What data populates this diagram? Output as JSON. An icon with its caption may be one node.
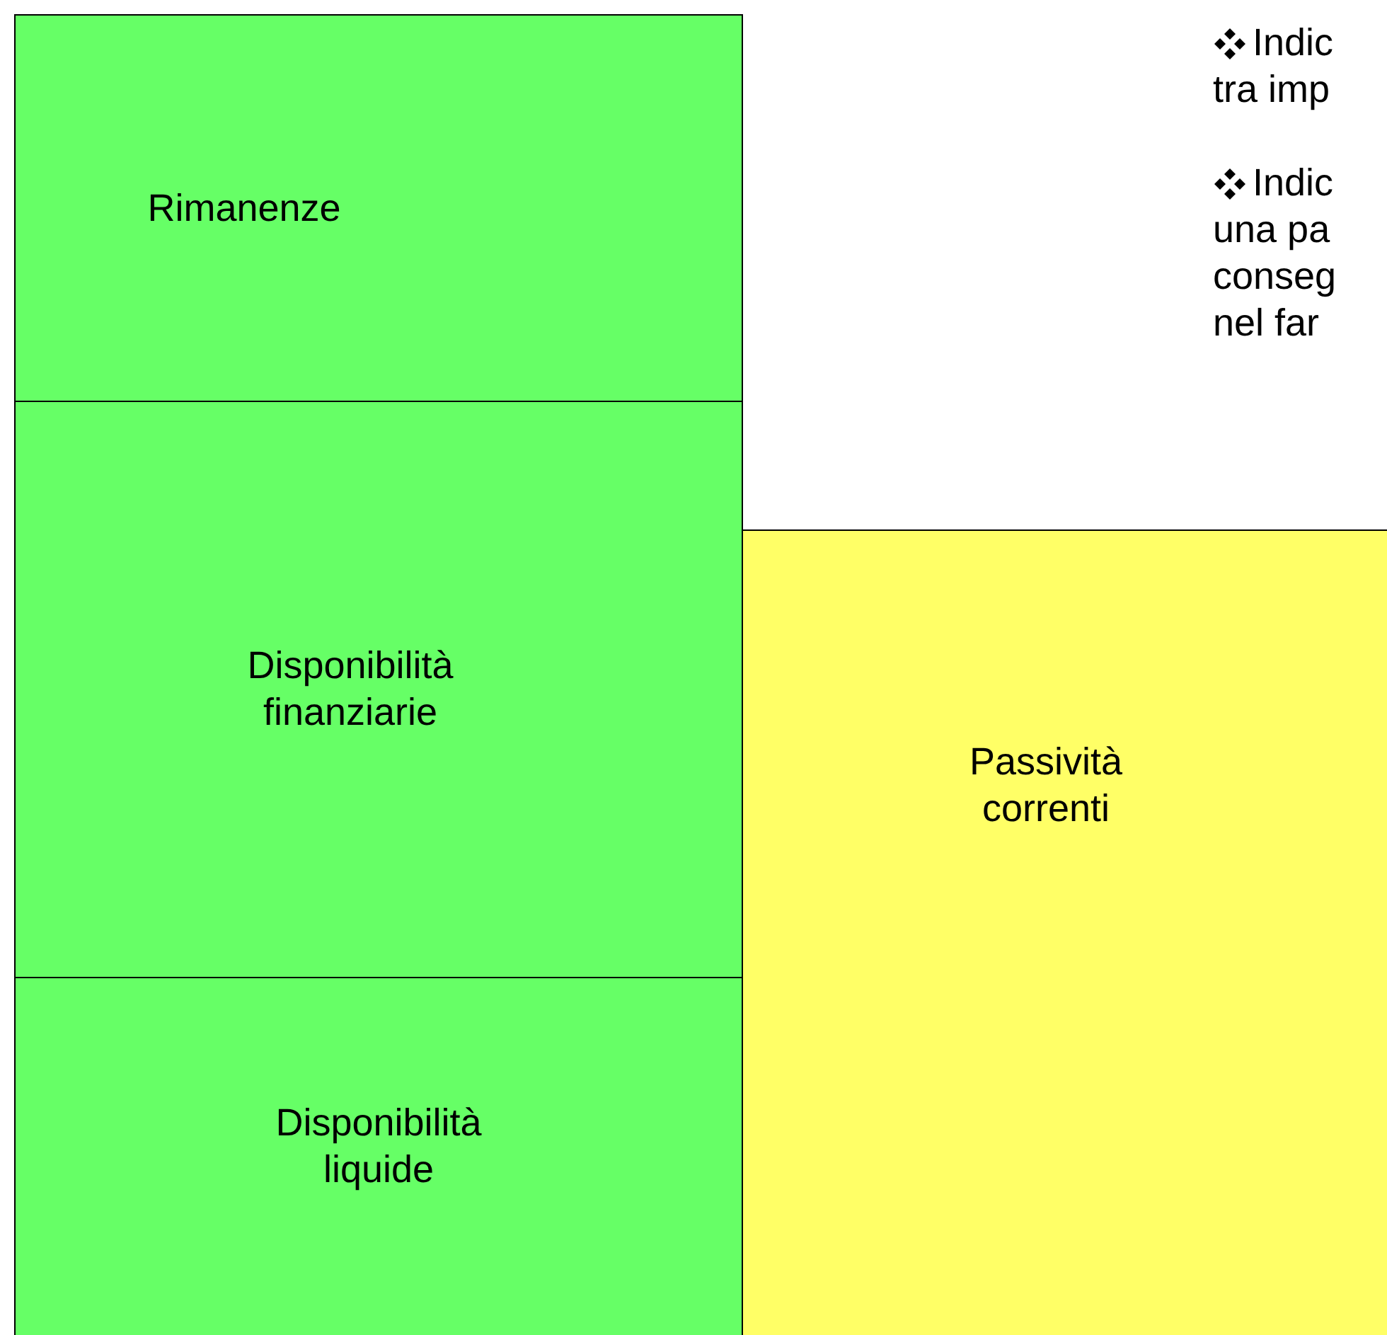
{
  "diagram": {
    "nodes": [
      {
        "text": [
          "Rimanenze"
        ]
      },
      {
        "text": [
          "Disponibilità finanziarie"
        ]
      },
      {
        "text": [
          "Disponibilità liquide"
        ]
      },
      {
        "text": [
          "Passività correnti"
        ]
      }
    ],
    "labels": [
      "Indic tra imp",
      "Indic una pa conseg nel far"
    ]
  }
}
